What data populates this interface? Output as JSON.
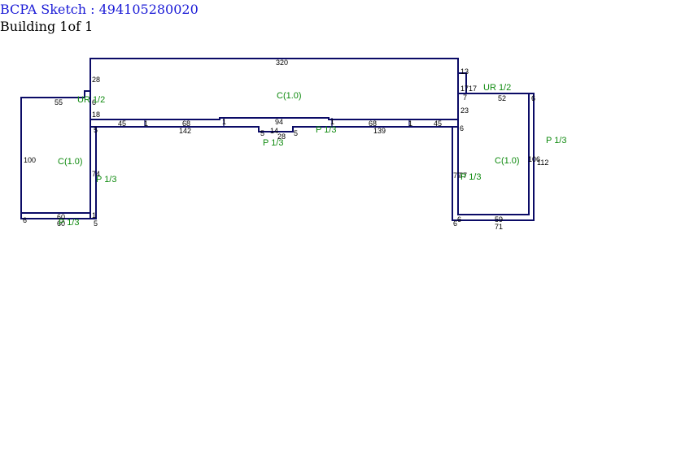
{
  "header": {
    "title": "BCPA Sketch : 494105280020",
    "subtitle": "Building 1of 1"
  },
  "colors": {
    "title": "#1a1ad6",
    "wall": "#0b0b66",
    "area_label": "#0f8a0f",
    "dimension": "#000000"
  },
  "sketch": {
    "areas": [
      {
        "id": "main",
        "label": "C(1.0)"
      },
      {
        "id": "left-wing",
        "label": "C(1.0)"
      },
      {
        "id": "right-wing",
        "label": "C(1.0)"
      },
      {
        "id": "ur-left",
        "label": "UR 1/2"
      },
      {
        "id": "ur-right",
        "label": "UR 1/2"
      },
      {
        "id": "porch-mid",
        "label": "P 1/3"
      },
      {
        "id": "porch-mid-2",
        "label": "P 1/3"
      },
      {
        "id": "porch-left",
        "label": "P 1/3"
      },
      {
        "id": "porch-left-bottom",
        "label": "P 1/3"
      },
      {
        "id": "porch-right",
        "label": "P 1/3"
      },
      {
        "id": "porch-right-2",
        "label": "P 1/3"
      }
    ],
    "dimensions": {
      "main_top": "320",
      "main_left_upper": "28",
      "main_left_lower": "18",
      "main_right_top": "13",
      "main_right_a": "17",
      "main_right_b": "17",
      "main_right_c": "7",
      "main_right_d": "23",
      "strip_a": "45",
      "strip_b": "1",
      "strip_c": "68",
      "strip_d": "1",
      "strip_e": "94",
      "strip_f": "1",
      "strip_g": "68",
      "strip_h": "1",
      "strip_i": "45",
      "bottom_142": "142",
      "bottom_139": "139",
      "notch_5a": "5",
      "notch_14": "14",
      "notch_28": "28",
      "notch_5b": "5",
      "left_top": "55",
      "left_side": "100",
      "left_bottom_a": "60",
      "left_bottom_b": "60",
      "left_corner": "6",
      "left_porch_74": "74",
      "left_porch_5a": "5",
      "left_porch_5b": "5",
      "left_porch_1": "1",
      "left_porch_6": "6",
      "right_top": "52",
      "right_corner": "6",
      "right_side_106": "106",
      "right_side_112": "112",
      "right_bottom_59": "59",
      "right_bottom_71": "71",
      "right_corner_6a": "6",
      "right_corner_6b": "6",
      "right_porch_77a": "77",
      "right_porch_77b": "77",
      "right_porch_6": "6"
    }
  }
}
